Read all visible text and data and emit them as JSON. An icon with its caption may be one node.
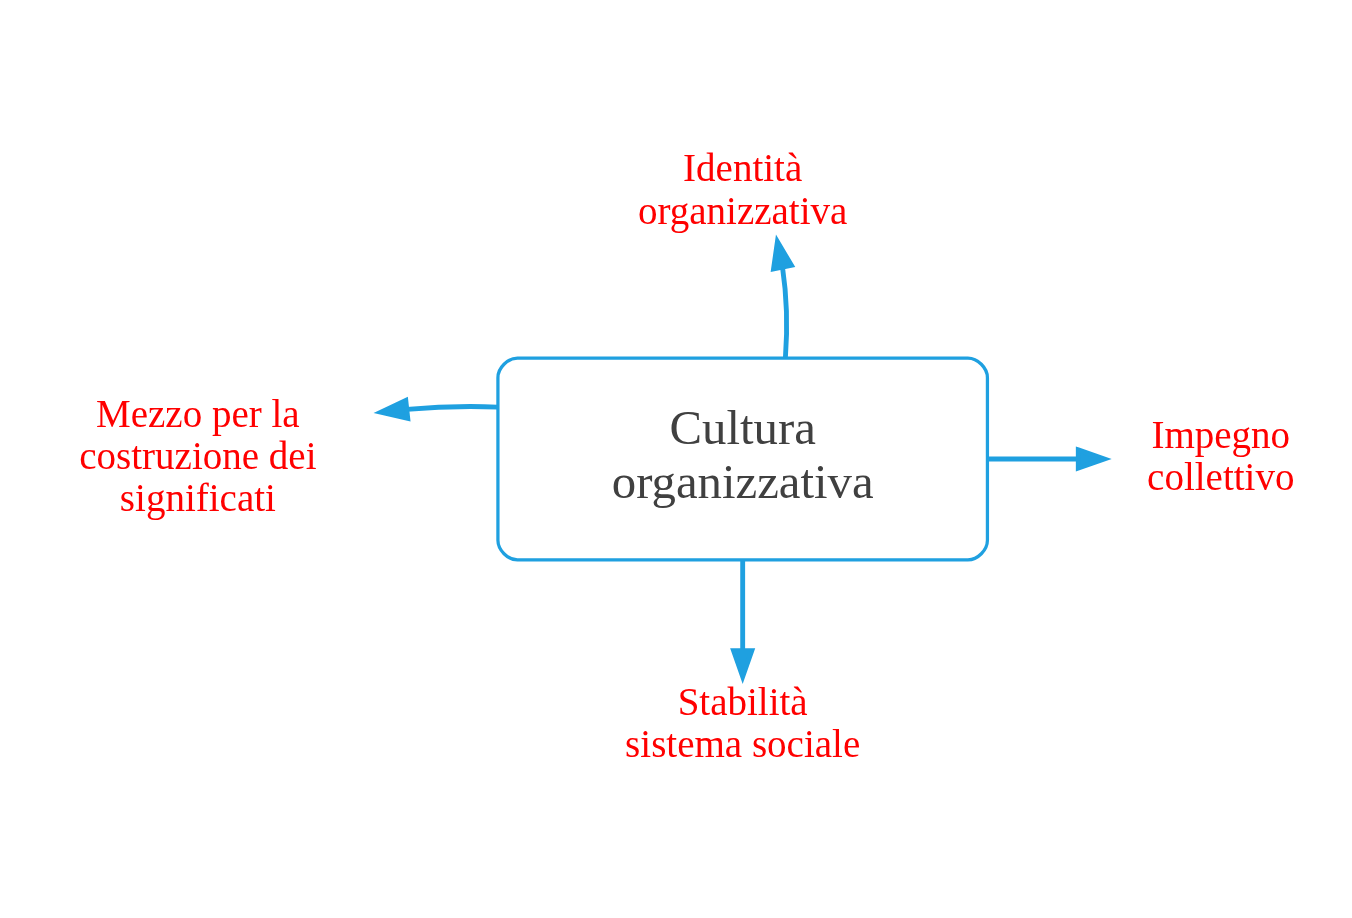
{
  "diagram": {
    "nodes": [
      {
        "text": [
          "Cultura organizzativa"
        ]
      },
      {
        "text": [
          "Identità organizzativa"
        ]
      },
      {
        "text": [
          "Mezzo per la costruzione dei significati"
        ]
      },
      {
        "text": [
          "Impegno collettivo"
        ]
      },
      {
        "text": [
          "Stabilità sistema sociale"
        ]
      }
    ],
    "edges": [
      {
        "from": 0,
        "to": 1,
        "arrow": "to"
      },
      {
        "from": 0,
        "to": 2,
        "arrow": "to"
      },
      {
        "from": 0,
        "to": 3,
        "arrow": "to"
      },
      {
        "from": 0,
        "to": 4,
        "arrow": "to"
      }
    ]
  }
}
